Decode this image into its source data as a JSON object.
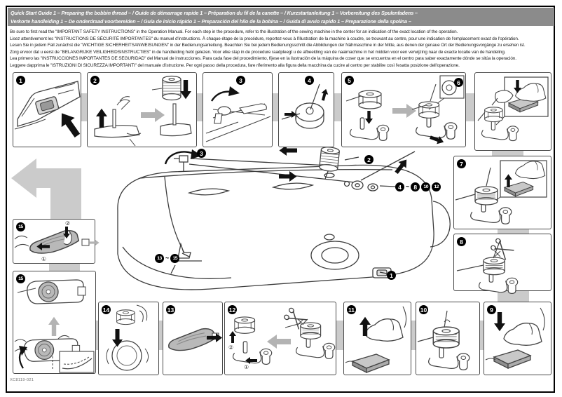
{
  "header": {
    "line1": "Quick Start Guide 1  – Preparing the bobbin thread – / Guide de démarrage rapide 1  – Préparation du fil de la canette – / Kurzstartanleitung 1  – Vorbereitung des Spulenfadens –",
    "line2": "Verkorte handleiding 1  – De onderdraad voorbereiden – / Guía de inicio rápido 1  – Preparación del hilo de la bobina – / Guida di avvio rapido 1  – Preparazione della spolina –"
  },
  "intro": {
    "l1": "Be sure to first read the \"IMPORTANT SAFETY INSTRUCTIONS\" in the Operation Manual. For each step in the procedure, refer to the illustration of the sewing machine in the center for an indication of the exact location of the operation.",
    "l2": "Lisez attentivement les \"INSTRUCTIONS DE SÉCURITÉ IMPORTANTES\" du manuel d'instructions. À chaque étape de la procédure, reportez-vous à l'illustration de la machine à coudre, se trouvant au centre, pour une indication de l'emplacement exact de l'opération.",
    "l3": "Lesen Sie in jedem Fall zunächst die \"WICHTIGE SICHERHEITSANWEISUNGEN\" in der Bedienungsanleitung. Beachten Sie bei jedem Bedienungsschritt die Abbildungen der Nähmaschine in der Mitte, aus denen der genaue Ort der Bedienungsvorgänge zu ersehen ist.",
    "l4": "Zorg ervoor dat u eerst de \"BELANGRIJKE VEILIGHEIDSINSTRUCTIES\" in de handleiding hebt gelezen. Voor elke stap in de procedure raadpleegt u de afbeelding van de naaimachine in het midden voor een verwijzing naar de exacte locatie van de handeling.",
    "l5": "Lea primero las \"INSTRUCCIONES IMPORTANTES DE SEGURIDAD\" del Manual de instrucciones. Para cada fase del procedimiento, fíjese en la ilustración de la máquina de coser que se encuentra en el centro para saber exactamente dónde se sitúa la operación.",
    "l6": "Leggere dapprima le \"ISTRUZIONI DI SICUREZZA IMPORTANTI\" del manuale d'istruzione. Per ogni passo della procedura, fare riferimento alla figura della macchina da cucire al centro per stabilire così l'esatta posizione dell'operazione."
  },
  "badges": {
    "s1": "1",
    "s2": "2",
    "s3": "3",
    "s4": "4",
    "s5": "5",
    "s6i": "6",
    "s7": "7",
    "s8": "8",
    "s9": "9",
    "s10": "10",
    "s11": "11",
    "s12": "12",
    "s13": "13",
    "s14": "14",
    "s15a": "15",
    "s15b": "15"
  },
  "machine": {
    "b1": "1",
    "b2": "2",
    "b3": "3",
    "winder": [
      "4",
      "~",
      "8",
      "10",
      "12"
    ],
    "needle": [
      "13",
      "~",
      "15"
    ]
  },
  "ann": {
    "c1": "①",
    "c2": "②"
  },
  "footer": {
    "part_number": "XC8119-021"
  },
  "colors": {
    "header_bg": "#8b8b8b",
    "connector": "#cbcbcb",
    "line": "#444444",
    "gray_fill": "#c0c0c0",
    "badge_bg": "#000000"
  }
}
